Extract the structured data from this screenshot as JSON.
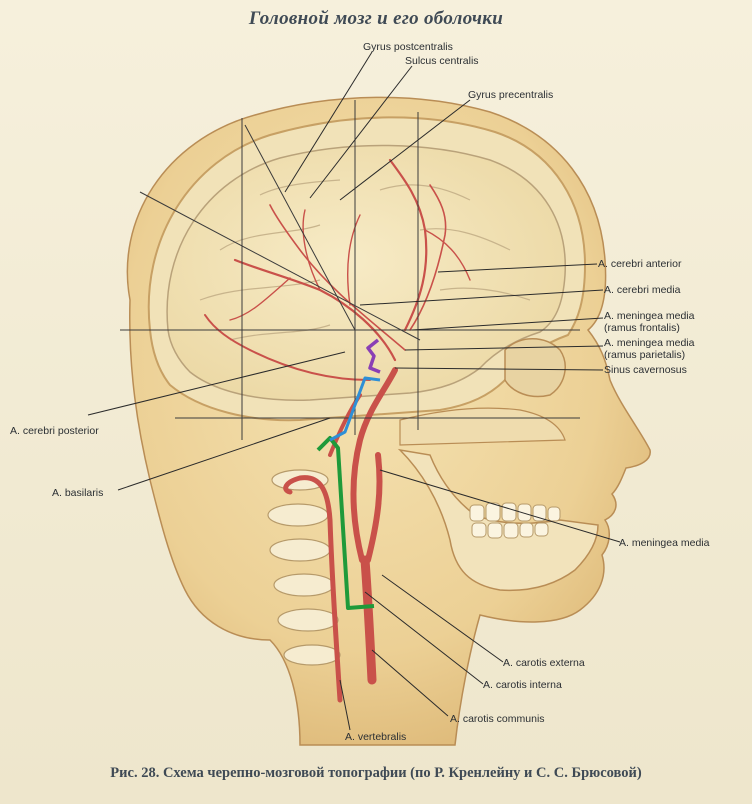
{
  "header": {
    "title": "Головной мозг и его оболочки"
  },
  "caption": "Рис. 28. Схема черепно-мозговой топографии (по Р. Кренлейну и С. С. Брюсовой)",
  "labels": {
    "gyrus_postcentralis": "Gyrus postcentralis",
    "sulcus_centralis": "Sulcus centralis",
    "gyrus_precentralis": "Gyrus precentralis",
    "a_cerebri_anterior": "A. cerebri anterior",
    "a_cerebri_media": "A. cerebri media",
    "a_meningea_media_frontalis_1": "A. meningea media",
    "a_meningea_media_frontalis_2": "(ramus frontalis)",
    "a_meningea_media_parietalis_1": "A. meningea media",
    "a_meningea_media_parietalis_2": "(ramus parietalis)",
    "sinus_cavernosus": "Sinus cavernosus",
    "a_cerebri_posterior": "A. cerebri posterior",
    "a_basilaris": "A. basilaris",
    "a_meningea_media": "A. meningea media",
    "a_carotis_externa": "A. carotis externa",
    "a_carotis_interna": "A. carotis interna",
    "a_carotis_communis": "A. carotis communis",
    "a_vertebralis": "A. vertebralis"
  },
  "colors": {
    "skin": "#f0d9a6",
    "skin_shade": "#e3c383",
    "bone": "#f4e6c0",
    "artery": "#c9514a",
    "artery_light": "#e08a7c",
    "annotation_green": "#1f9a3a",
    "annotation_blue": "#2e8fd6",
    "annotation_purple": "#8a3fb5",
    "text": "#2b2f33"
  }
}
